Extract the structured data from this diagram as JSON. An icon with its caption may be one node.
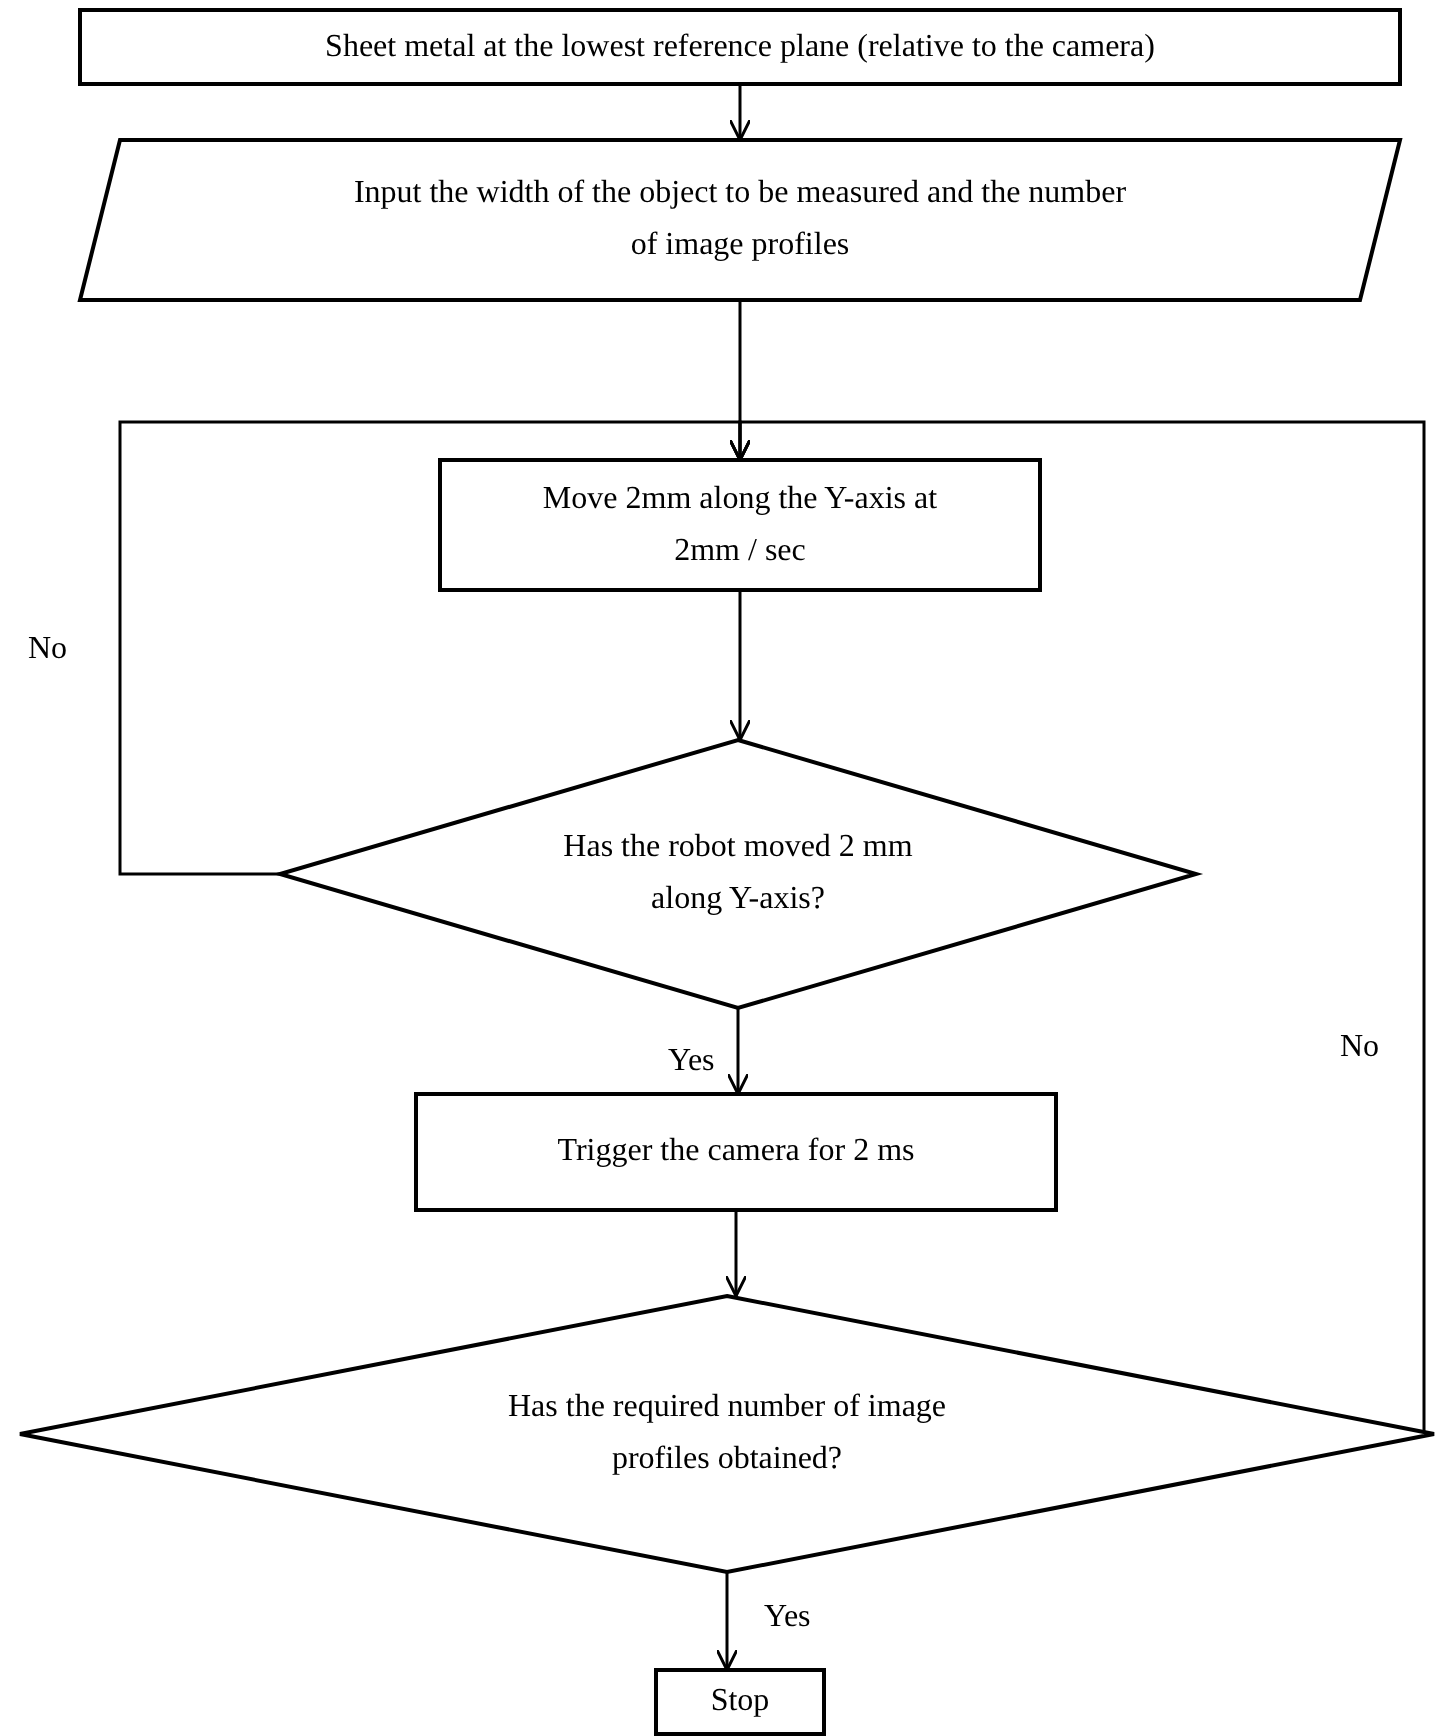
{
  "diagram": {
    "nodes": [
      {
        "text": [
          "Sheet metal at the lowest reference plane (relative to the camera)"
        ]
      },
      {
        "text": [
          "Input the width of the object to be measured and the number of image profiles"
        ]
      },
      {
        "text": [
          "Move 2mm along the Y-axis at 2mm / sec"
        ]
      },
      {
        "text": [
          "Has the robot moved 2 mm along Y-axis?"
        ]
      },
      {
        "text": [
          "Trigger the camera for 2 ms"
        ]
      },
      {
        "text": [
          "Has the required number of image profiles obtained?"
        ]
      },
      {
        "text": [
          "Stop"
        ]
      }
    ],
    "edges": [
      {
        "from": 0,
        "to": 1,
        "arrow": "to"
      },
      {
        "from": 1,
        "to": 2,
        "arrow": "to"
      },
      {
        "from": 2,
        "to": 3,
        "arrow": "to"
      },
      {
        "from": 3,
        "to": 2,
        "arrow": "to",
        "label": "No"
      },
      {
        "from": 3,
        "to": 4,
        "arrow": "to",
        "label": "Yes"
      },
      {
        "from": 4,
        "to": 5,
        "arrow": "to"
      },
      {
        "from": 5,
        "to": 2,
        "arrow": "to",
        "label": "No"
      },
      {
        "from": 5,
        "to": 6,
        "arrow": "to",
        "label": "Yes"
      }
    ]
  }
}
